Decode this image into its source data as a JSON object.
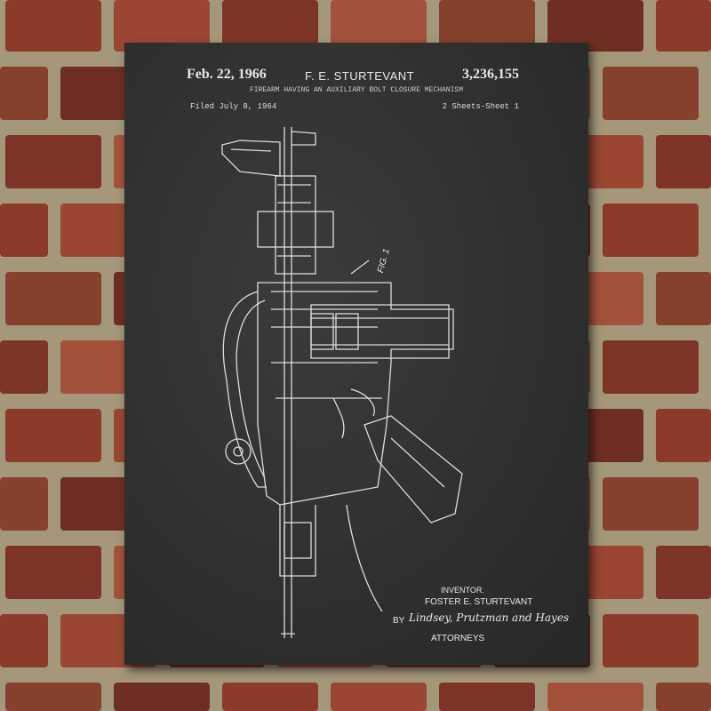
{
  "poster": {
    "date": "Feb. 22, 1966",
    "inventor_header": "F. E. STURTEVANT",
    "patent_number": "3,236,155",
    "title": "FIREARM HAVING AN AUXILIARY BOLT CLOSURE MECHANISM",
    "filed": "Filed July 8, 1964",
    "sheets": "2 Sheets-Sheet 1",
    "figure_label": "FIG. 1",
    "inventor_label": "INVENTOR.",
    "inventor_name": "FOSTER  E. STURTEVANT",
    "by": "BY",
    "attorneys_signature": "Lindsey, Prutzman and Hayes",
    "attorneys_label": "ATTORNEYS"
  },
  "colors": {
    "chalkboard": "#303030",
    "chalk": "#e8e8e8",
    "brick": "#8c3b2b",
    "mortar": "#a4977a"
  }
}
